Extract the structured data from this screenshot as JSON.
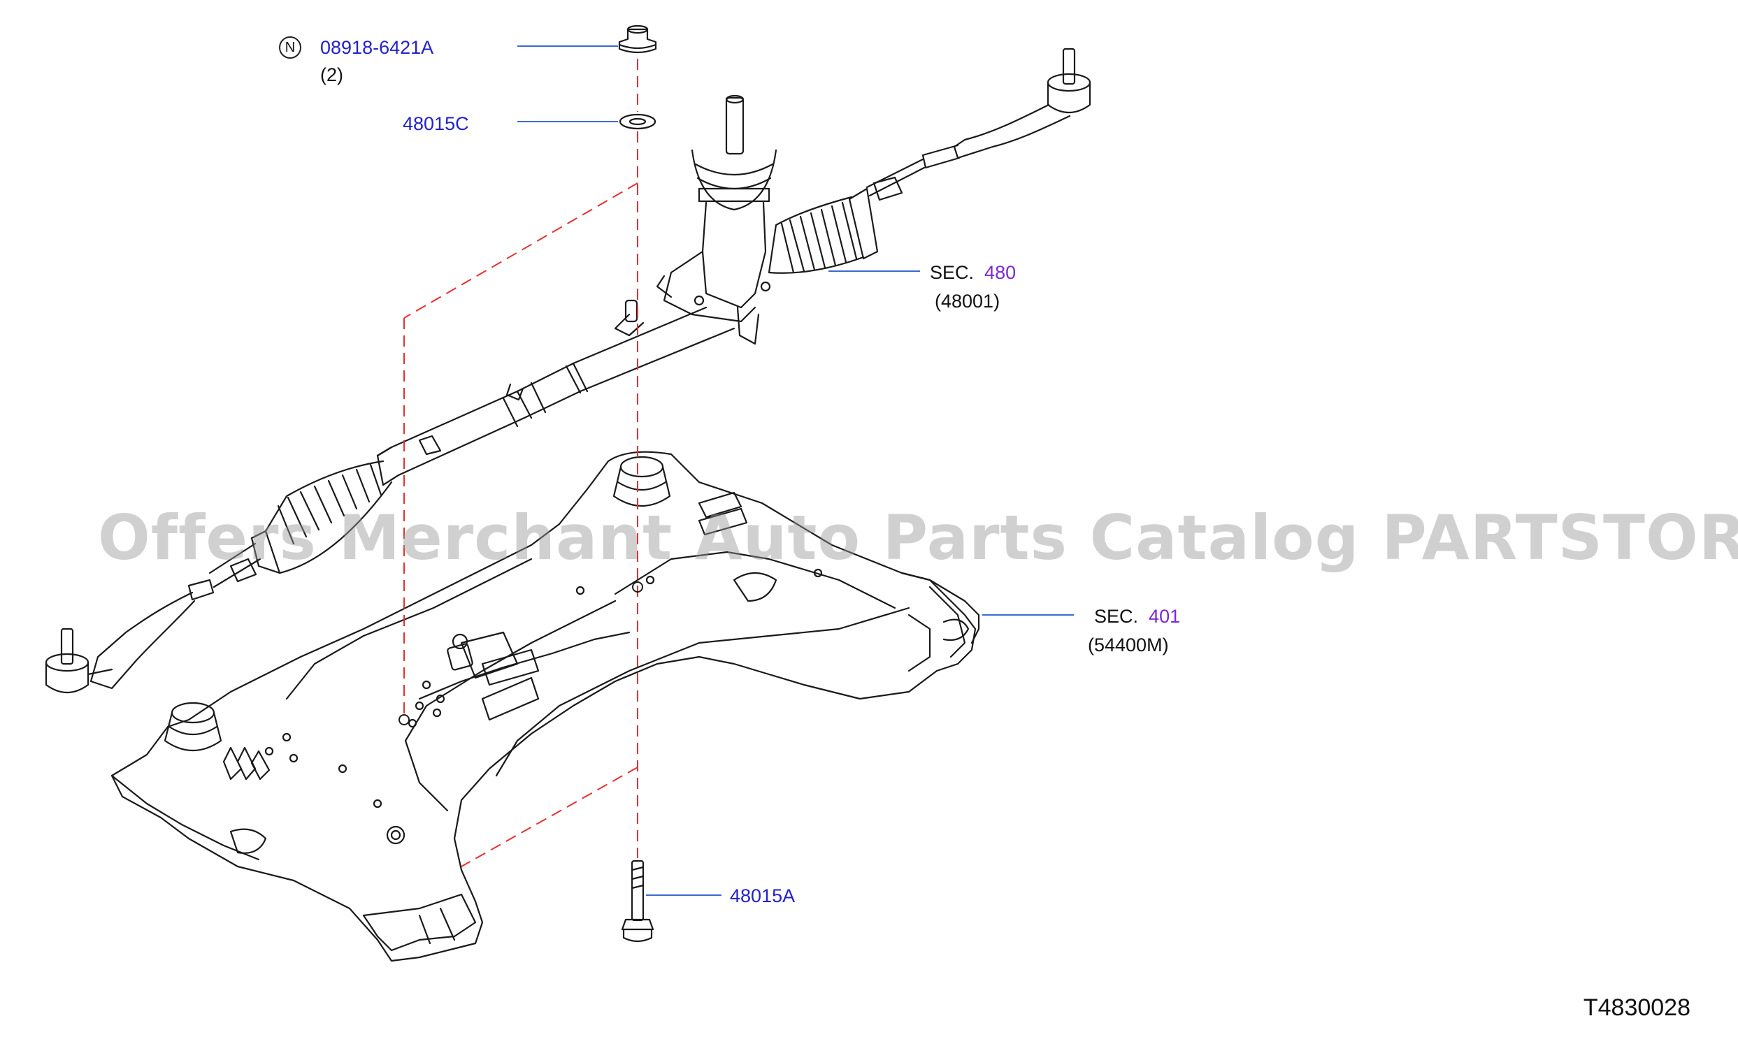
{
  "callouts": {
    "nut": {
      "badge": "N",
      "part_no": "08918-6421A",
      "qty": "(2)"
    },
    "washer": {
      "part_no": "48015C"
    },
    "bolt": {
      "part_no": "48015A"
    },
    "gear": {
      "sec_label": "SEC.",
      "sec_no": "480",
      "sub": "(48001)"
    },
    "member": {
      "sec_label": "SEC.",
      "sec_no": "401",
      "sub": "(54400M)"
    }
  },
  "watermark": "Offers Merchant Auto Parts Catalog PARTSTORE.SA",
  "drawing_id": "T4830028",
  "colors": {
    "line": "#1a1a1a",
    "leader": "#3a6ad4",
    "dash": "#e53030",
    "part_text": "#2222cc",
    "sec_text": "#7a2ad4"
  }
}
